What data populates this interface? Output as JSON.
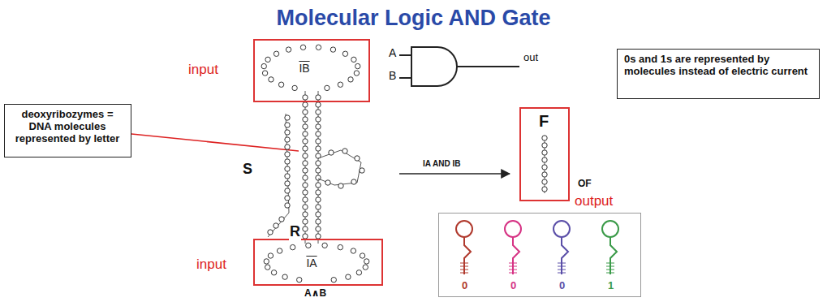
{
  "diagram": {
    "title": "Molecular Logic AND Gate",
    "nodes": [
      {
        "text": [
          "input",
          "IB"
        ]
      },
      {
        "text": [
          "deoxyribozymes = DNA molecules represented by letter"
        ]
      },
      {
        "text": [
          "0s and 1s are represented by molecules instead of electric current"
        ]
      },
      {
        "text": [
          "F",
          "OF",
          "output"
        ]
      },
      {
        "text": [
          "input",
          "IA"
        ]
      },
      {
        "text": [
          "0",
          "0",
          "0",
          "1"
        ]
      }
    ],
    "labels": [
      "S",
      "R",
      "A",
      "B",
      "out",
      "IA AND IB",
      "A∧B"
    ]
  }
}
